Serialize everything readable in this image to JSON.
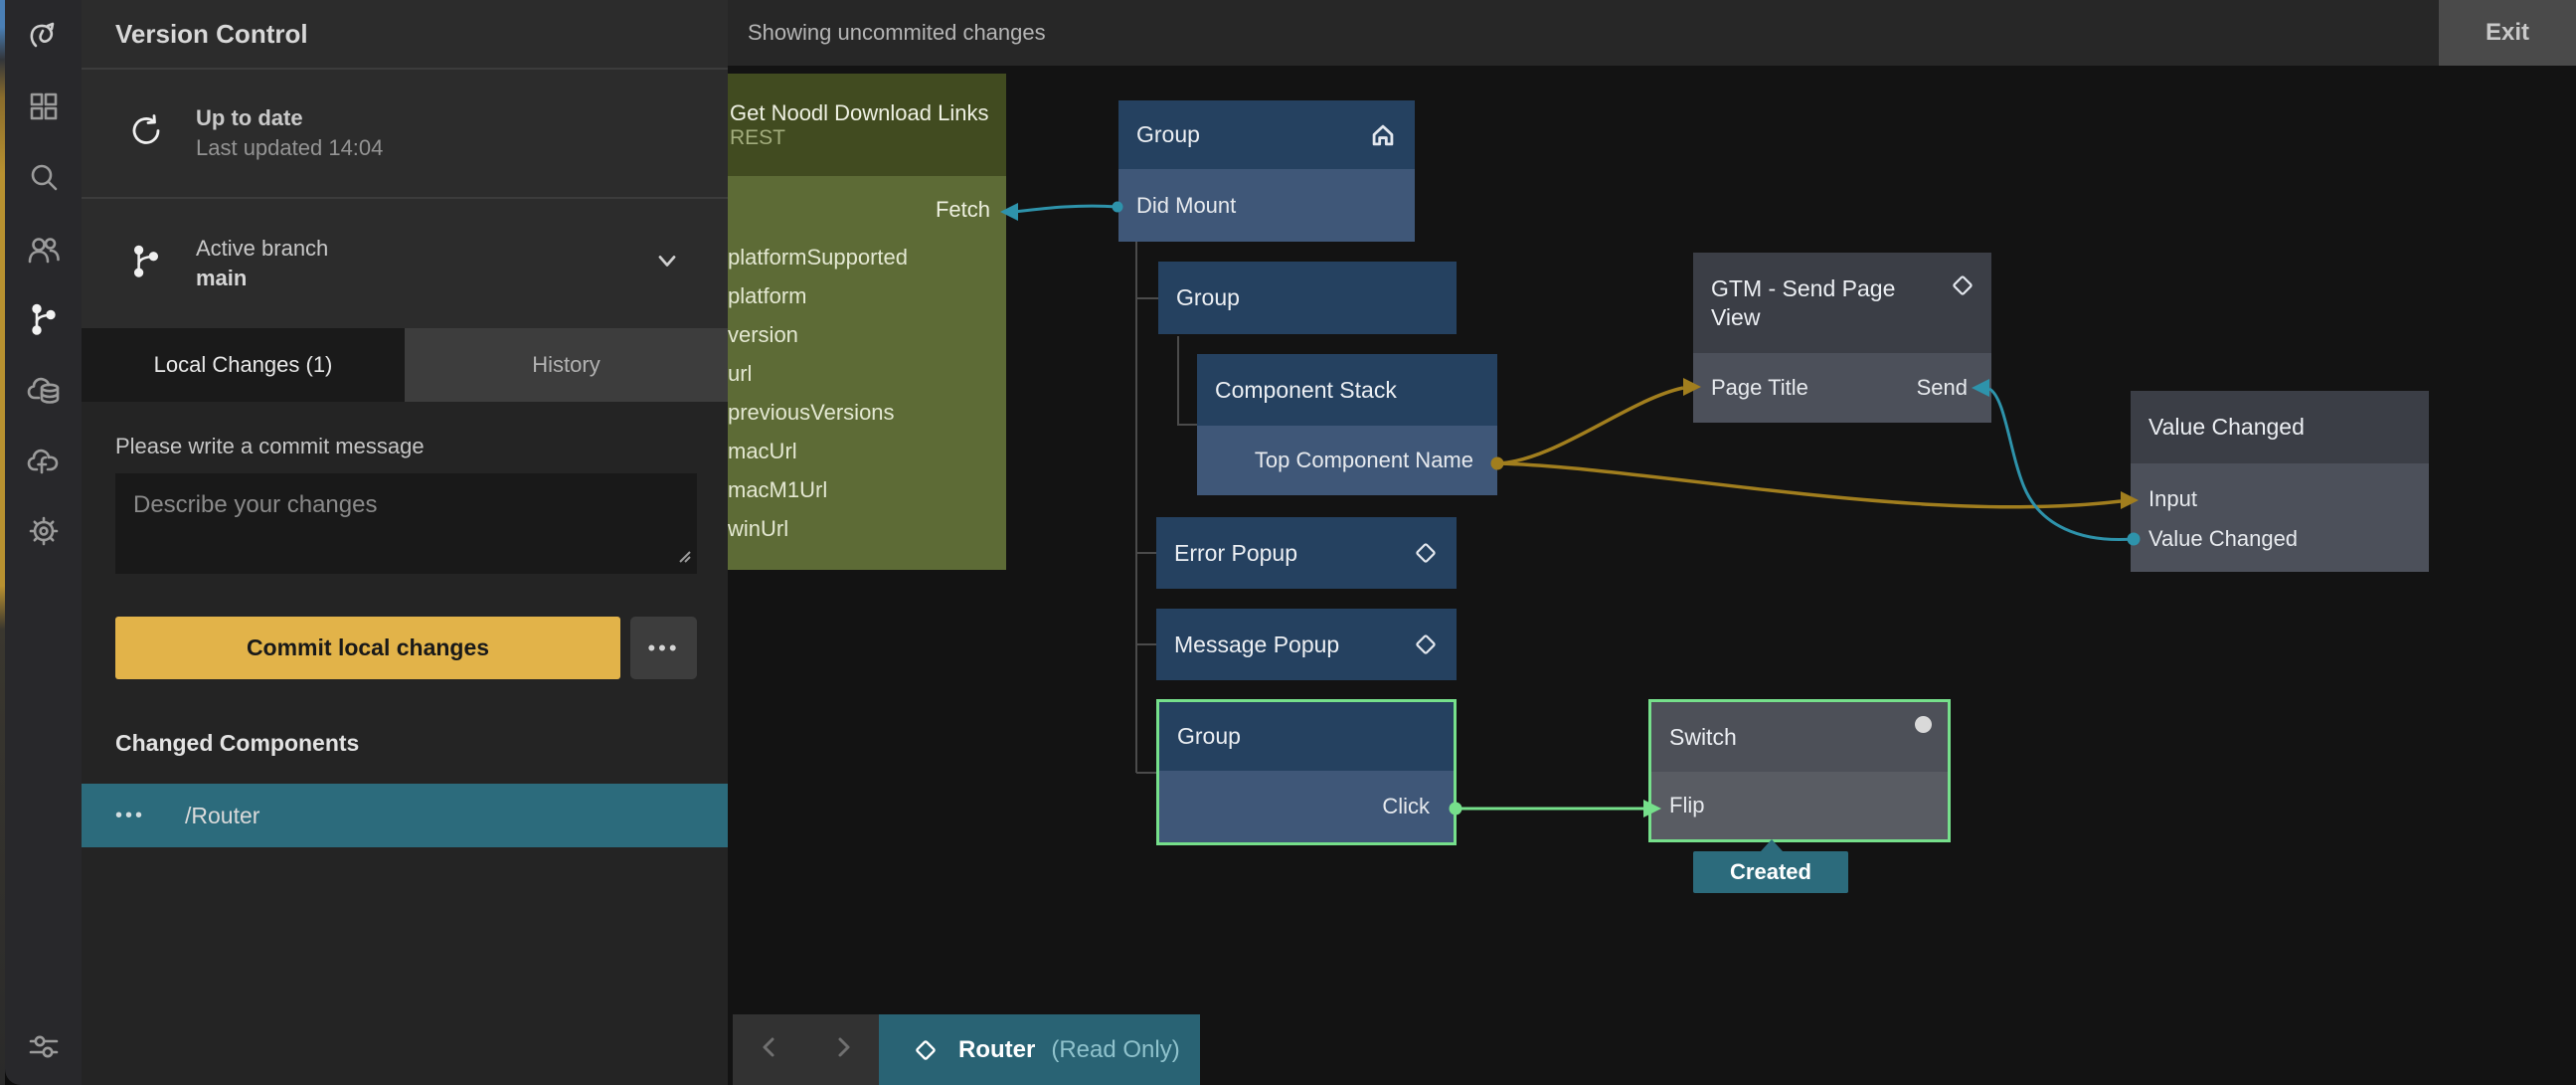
{
  "topbar": {
    "status": "Showing uncommited changes",
    "exit_label": "Exit"
  },
  "sidebar": {
    "icons": [
      "noodl-logo",
      "components-grid",
      "search",
      "collaboration-users",
      "version-control-branch",
      "cloud-services",
      "cloud-functions",
      "settings-gear",
      "filter-sliders"
    ]
  },
  "panel": {
    "title": "Version Control",
    "sync": {
      "title": "Up to date",
      "subtitle": "Last updated 14:04"
    },
    "branch": {
      "label": "Active branch",
      "name": "main"
    },
    "tabs": {
      "local": "Local Changes (1)",
      "history": "History"
    },
    "commit": {
      "prompt": "Please write a commit message",
      "placeholder": "Describe your changes",
      "button_label": "Commit local changes",
      "more_label": "•••"
    },
    "changed": {
      "heading": "Changed Components",
      "items": [
        {
          "dots": "•••",
          "name": "/Router"
        }
      ]
    }
  },
  "canvas": {
    "nodes": {
      "rest": {
        "title": "Get Noodl Download Links",
        "subtitle": "REST",
        "signal_in": "Fetch",
        "outputs": [
          "platformSupported",
          "platform",
          "version",
          "url",
          "previousVersions",
          "macUrl",
          "macM1Url",
          "winUrl"
        ]
      },
      "group_home": {
        "title": "Group",
        "port": "Did Mount",
        "icon": "home"
      },
      "group_child": {
        "title": "Group"
      },
      "component_stack": {
        "title": "Component Stack",
        "port": "Top Component Name"
      },
      "gtm": {
        "title": "GTM - Send Page View",
        "port_in": "Page Title",
        "port_out": "Send",
        "icon": "component-diamond"
      },
      "value_changed": {
        "title": "Value Changed",
        "port_in": "Input",
        "port_out": "Value Changed"
      },
      "error_popup": {
        "title": "Error Popup",
        "icon": "component-diamond"
      },
      "message_popup": {
        "title": "Message Popup",
        "icon": "component-diamond"
      },
      "group_selected": {
        "title": "Group",
        "port": "Click"
      },
      "switch": {
        "title": "Switch",
        "port": "Flip"
      },
      "created_badge": "Created"
    }
  },
  "bottombar": {
    "nav_icons": [
      "chevron-left",
      "chevron-right"
    ],
    "tab": {
      "icon": "component-diamond",
      "name": "Router",
      "badge": "(Read Only)"
    }
  },
  "colors": {
    "accent_yellow": "#e2b349",
    "accent_teal": "#2c6b7c",
    "selection_green": "#76e08b",
    "wire_gold": "#a17e1e",
    "wire_teal": "#2e93ab",
    "node_blue_header": "#254160",
    "node_blue_body": "#3f5778",
    "node_gray_header": "#3b3e46",
    "node_gray_body": "#4c505a",
    "node_olive_header": "#414b20",
    "node_olive_body": "#5d6b36"
  }
}
